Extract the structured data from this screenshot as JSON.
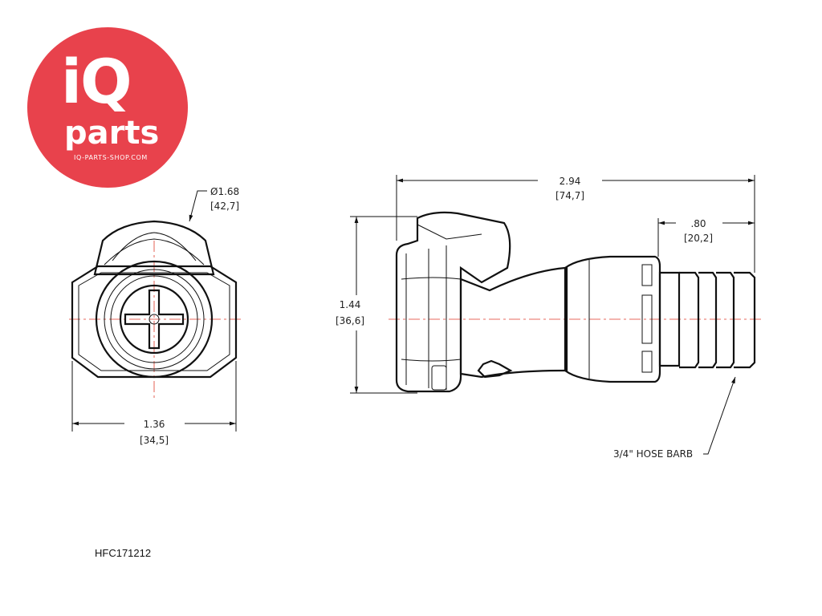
{
  "logo": {
    "line1": "iQ",
    "line2": "parts",
    "url": "IQ-PARTS-SHOP.COM",
    "brand_color": "#e8424c"
  },
  "front_view": {
    "diameter_in": "Ø1.68",
    "diameter_mm": "[42,7]",
    "width_in": "1.36",
    "width_mm": "[34,5]"
  },
  "side_view": {
    "length_in": "2.94",
    "length_mm": "[74,7]",
    "height_in": "1.44",
    "height_mm": "[36,6]",
    "barb_in": ".80",
    "barb_mm": "[20,2]",
    "callout": "3/4\" HOSE BARB"
  },
  "part_number": "HFC171212",
  "colors": {
    "centerline": "#e03a2a",
    "linework": "#111111"
  }
}
